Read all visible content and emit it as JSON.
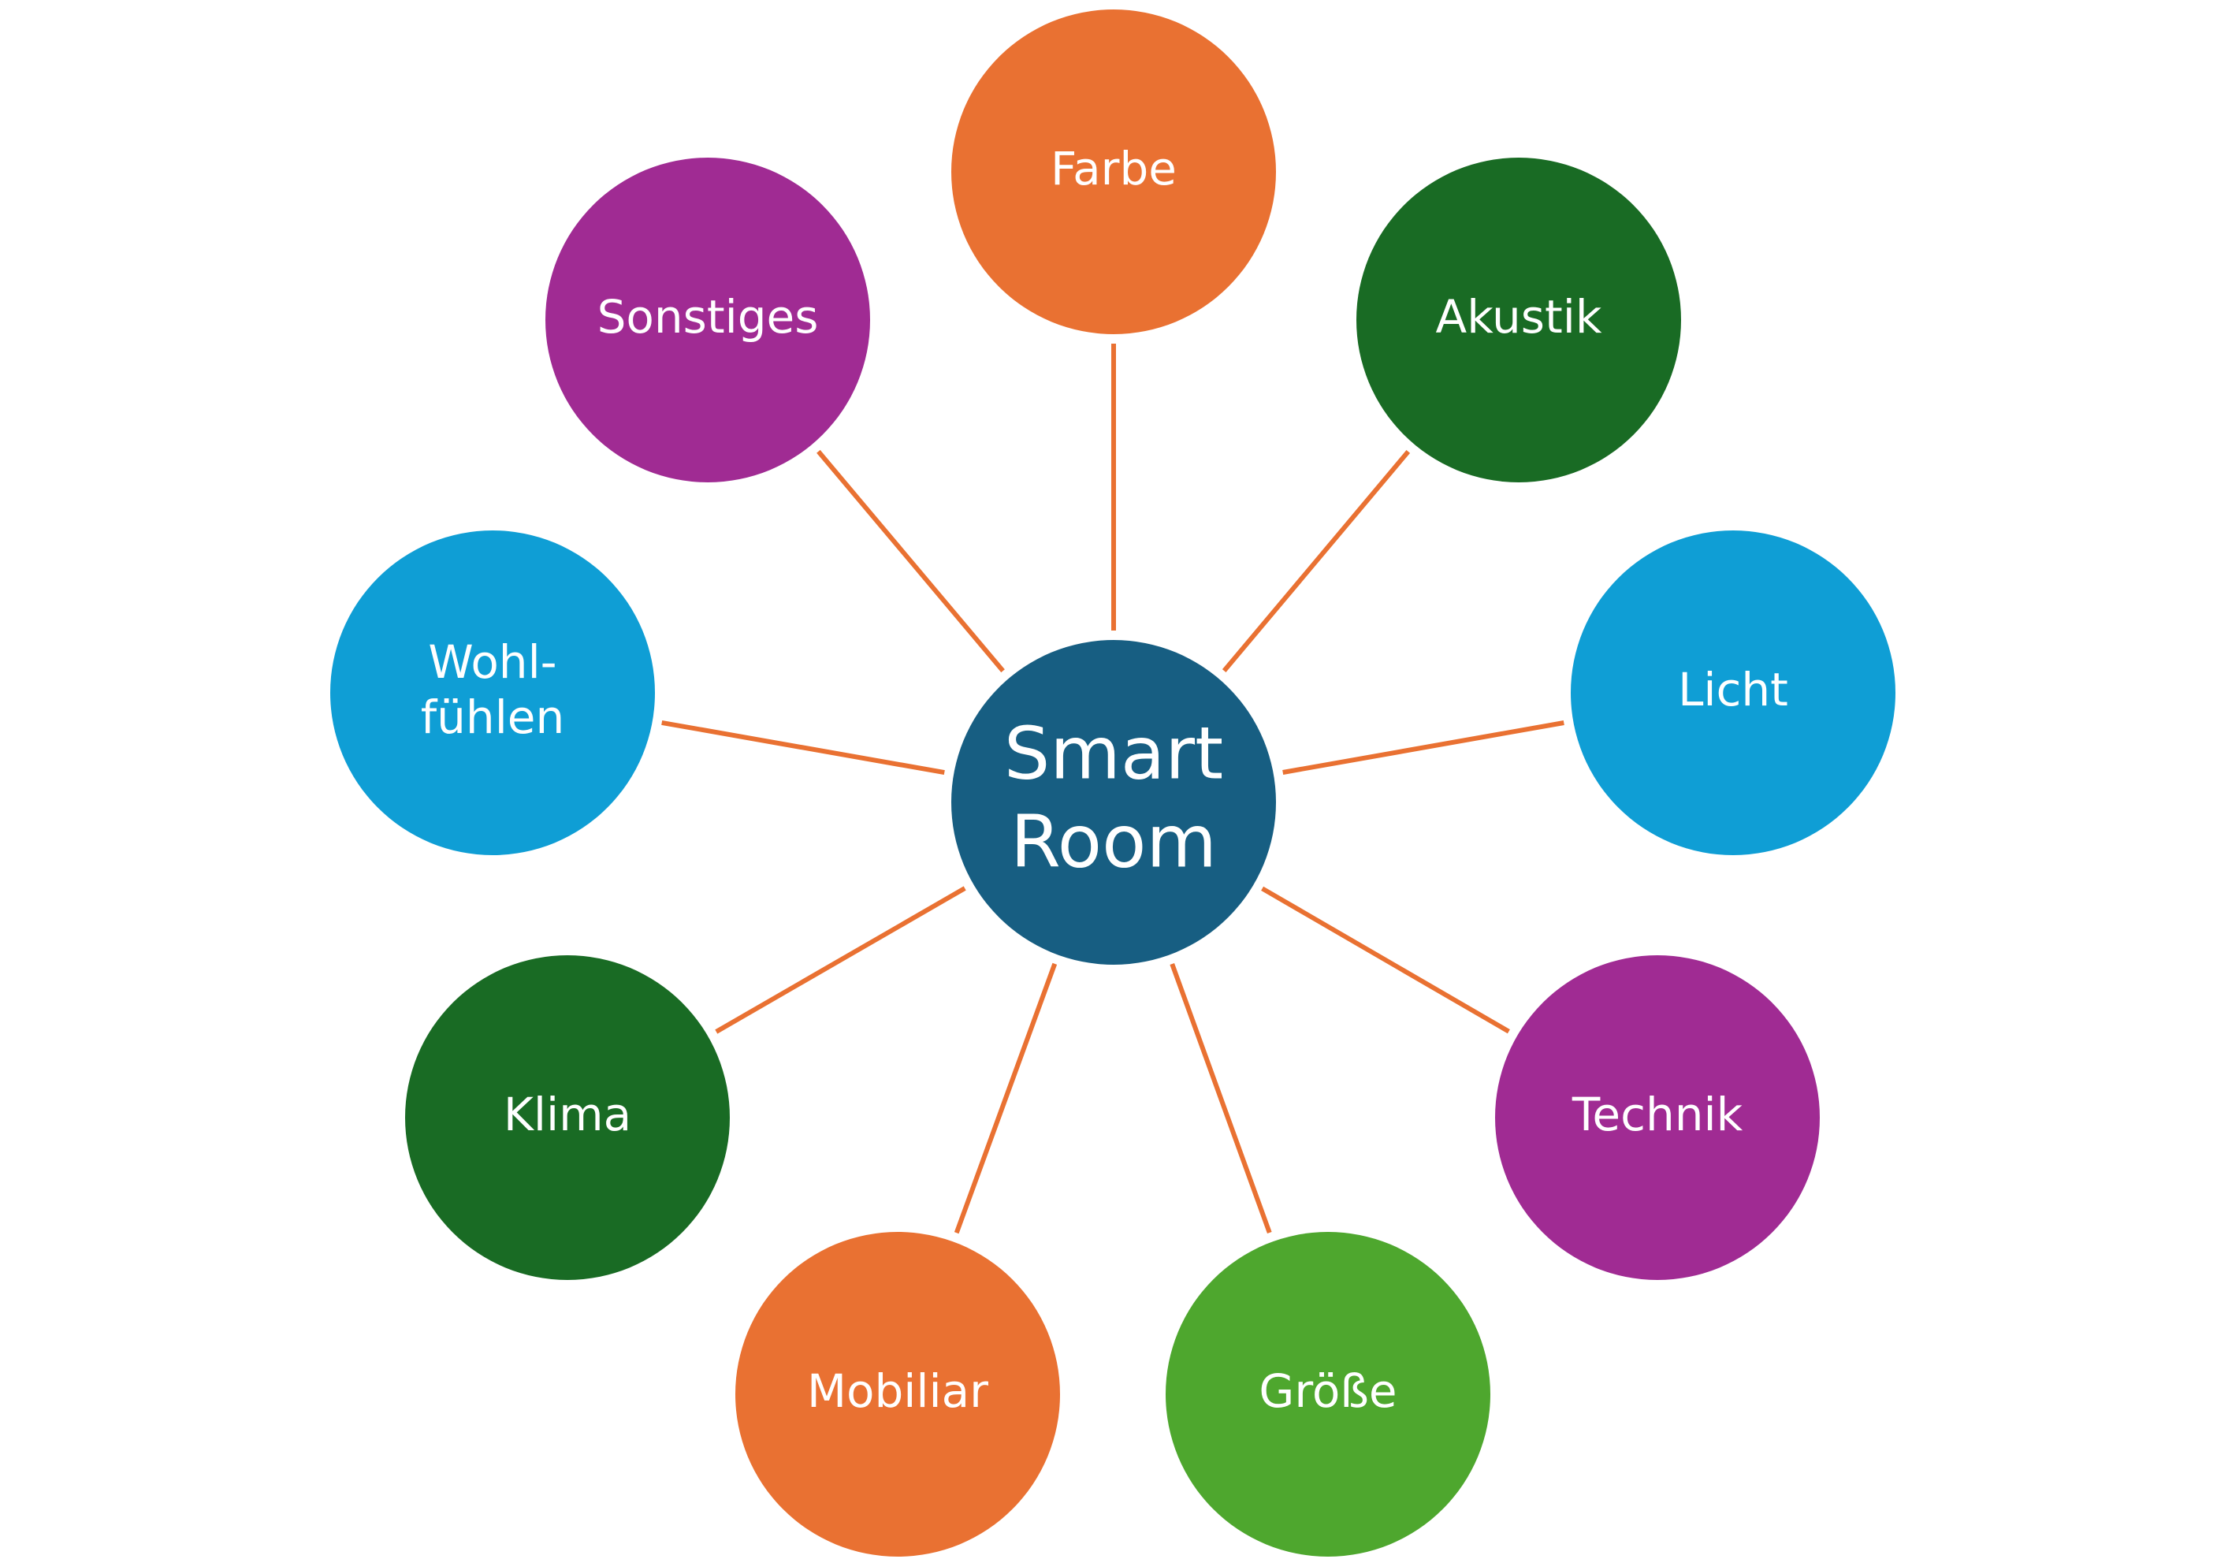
{
  "center": {
    "label_lines": [
      "Smart",
      "Room"
    ],
    "color": "#175E82"
  },
  "connector_color": "#E97132",
  "nodes": [
    {
      "id": "farbe",
      "label_lines": [
        "Farbe"
      ],
      "color": "#E97132"
    },
    {
      "id": "akustik",
      "label_lines": [
        "Akustik"
      ],
      "color": "#196B24"
    },
    {
      "id": "licht",
      "label_lines": [
        "Licht"
      ],
      "color": "#0F9ED5"
    },
    {
      "id": "technik",
      "label_lines": [
        "Technik"
      ],
      "color": "#A02B93"
    },
    {
      "id": "groesse",
      "label_lines": [
        "Größe"
      ],
      "color": "#4EA72E"
    },
    {
      "id": "mobiliar",
      "label_lines": [
        "Mobiliar"
      ],
      "color": "#E97132"
    },
    {
      "id": "klima",
      "label_lines": [
        "Klima"
      ],
      "color": "#196B24"
    },
    {
      "id": "wohlfuehlen",
      "label_lines": [
        "Wohl-",
        "fühlen"
      ],
      "color": "#0F9ED5"
    },
    {
      "id": "sonstiges",
      "label_lines": [
        "Sonstiges"
      ],
      "color": "#A02B93"
    }
  ]
}
